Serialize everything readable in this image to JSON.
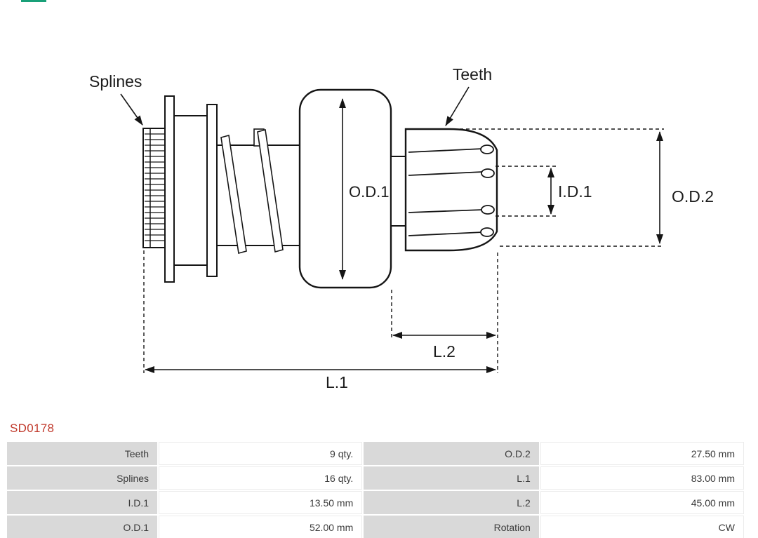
{
  "brand": {
    "accent_color": "#19a078"
  },
  "part": {
    "number": "SD0178",
    "number_color": "#c0392b"
  },
  "diagram": {
    "labels": {
      "splines": "Splines",
      "teeth": "Teeth",
      "od1": "O.D.1",
      "id1": "I.D.1",
      "od2": "O.D.2",
      "l1": "L.1",
      "l2": "L.2"
    }
  },
  "spec_table": {
    "rows": [
      [
        {
          "label": "Teeth",
          "value": "9 qty."
        },
        {
          "label": "O.D.2",
          "value": "27.50 mm"
        }
      ],
      [
        {
          "label": "Splines",
          "value": "16 qty."
        },
        {
          "label": "L.1",
          "value": "83.00 mm"
        }
      ],
      [
        {
          "label": "I.D.1",
          "value": "13.50 mm"
        },
        {
          "label": "L.2",
          "value": "45.00 mm"
        }
      ],
      [
        {
          "label": "O.D.1",
          "value": "52.00 mm"
        },
        {
          "label": "Rotation",
          "value": "CW"
        }
      ]
    ]
  }
}
